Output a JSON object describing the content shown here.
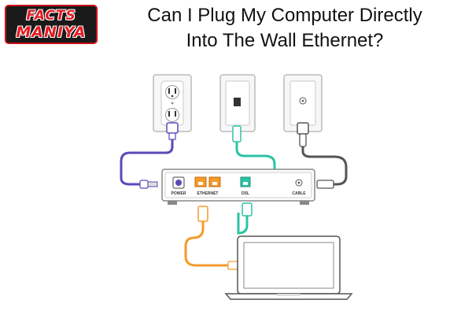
{
  "logo": {
    "line1": "FACTS",
    "line2": "MANIYA"
  },
  "title": {
    "line1": "Can I Plug My Computer Directly",
    "line2": "Into The Wall Ethernet?"
  },
  "router": {
    "ports": {
      "power": "POWER",
      "ethernet": "ETHERNET",
      "dsl": "DSL",
      "cable": "CABLE"
    }
  },
  "colors": {
    "power_cable": "#5a4ab8",
    "phone_cable": "#2bc4a4",
    "coax_cable": "#555555",
    "ethernet_cable": "#f59a2c",
    "logo_red": "#e31b23"
  }
}
